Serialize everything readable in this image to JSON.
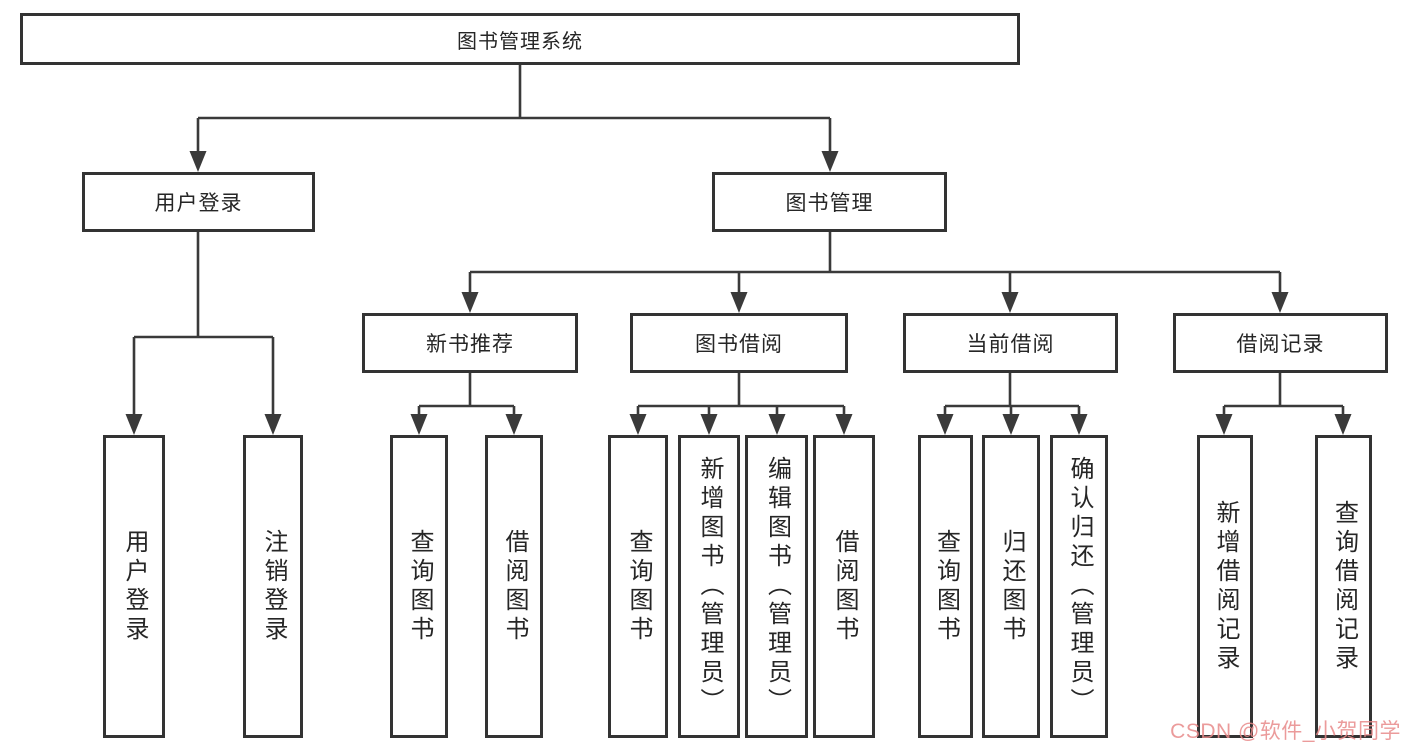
{
  "colors": {
    "background": "#ffffff",
    "line": "#3a3a3a",
    "box_border": "#333333",
    "text": "#262626",
    "watermark": "#e88a8a"
  },
  "tree": {
    "root": {
      "label": "图书管理系统",
      "children": [
        {
          "label": "用户登录",
          "children": [
            {
              "label": "用户登录"
            },
            {
              "label": "注销登录"
            }
          ]
        },
        {
          "label": "图书管理",
          "children": [
            {
              "label": "新书推荐",
              "children": [
                {
                  "label": "查询图书"
                },
                {
                  "label": "借阅图书"
                }
              ]
            },
            {
              "label": "图书借阅",
              "children": [
                {
                  "label": "查询图书"
                },
                {
                  "label": "新增图书（管理员）"
                },
                {
                  "label": "编辑图书（管理员）"
                },
                {
                  "label": "借阅图书"
                }
              ]
            },
            {
              "label": "当前借阅",
              "children": [
                {
                  "label": "查询图书"
                },
                {
                  "label": "归还图书"
                },
                {
                  "label": "确认归还（管理员）"
                }
              ]
            },
            {
              "label": "借阅记录",
              "children": [
                {
                  "label": "新增借阅记录"
                },
                {
                  "label": "查询借阅记录"
                }
              ]
            }
          ]
        }
      ]
    }
  },
  "watermark": {
    "text": "CSDN @软件_小贺同学"
  }
}
